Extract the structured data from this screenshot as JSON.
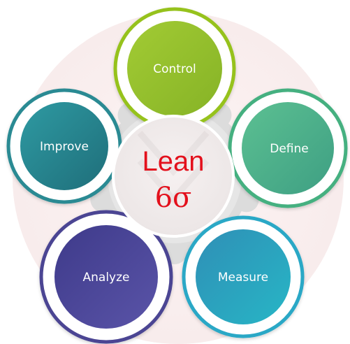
{
  "hub": {
    "title": "Lean",
    "symbol": "6σ",
    "text_color": "#e3101c"
  },
  "nodes": [
    {
      "id": "control",
      "label": "Control",
      "color": "#93bf2a",
      "ring": "#96c21f"
    },
    {
      "id": "define",
      "label": "Define",
      "color": "#49b08a",
      "ring": "#44b080"
    },
    {
      "id": "measure",
      "label": "Measure",
      "color": "#2aa8c2",
      "ring": "#2aa8c6"
    },
    {
      "id": "analyze",
      "label": "Analyze",
      "color": "#4a4595",
      "ring": "#4b4593"
    },
    {
      "id": "improve",
      "label": "Improve",
      "color": "#26848f",
      "ring": "#2a8a93"
    }
  ]
}
